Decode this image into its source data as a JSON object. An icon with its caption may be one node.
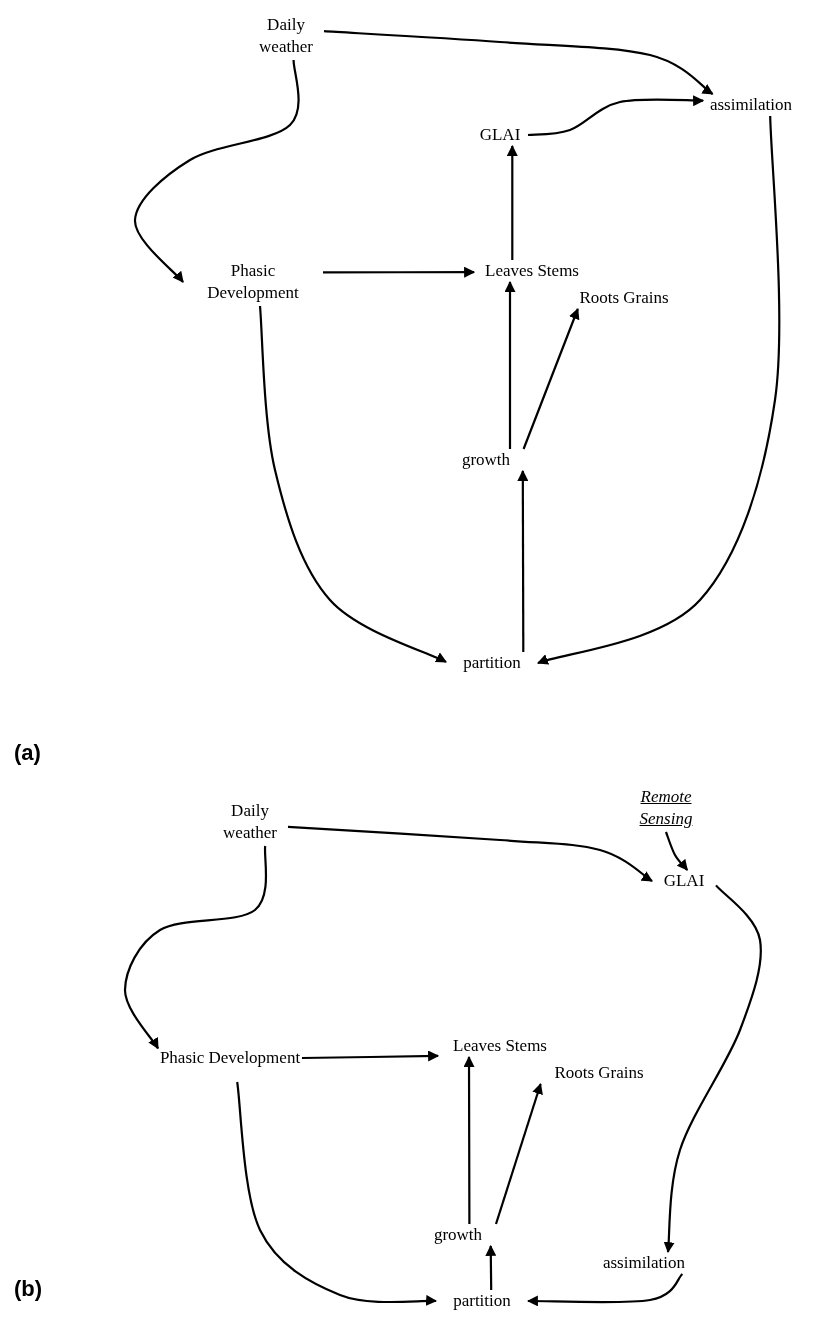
{
  "diagram": {
    "nodes": [
      {
        "text": [
          "Daily weather"
        ]
      },
      {
        "text": [
          "assimilation"
        ]
      },
      {
        "text": [
          "GLAI"
        ]
      },
      {
        "text": [
          "Phasic Development"
        ]
      },
      {
        "text": [
          "Leaves Stems"
        ]
      },
      {
        "text": [
          "Roots Grains"
        ]
      },
      {
        "text": [
          "growth"
        ]
      },
      {
        "text": [
          "partition"
        ]
      },
      {
        "text": [
          "Remote Sensing"
        ]
      },
      {
        "text": [
          "Daily weather"
        ]
      },
      {
        "text": [
          "GLAI"
        ]
      },
      {
        "text": [
          "Phasic Development"
        ]
      },
      {
        "text": [
          "Leaves Stems"
        ]
      },
      {
        "text": [
          "Roots Grains"
        ]
      },
      {
        "text": [
          "growth"
        ]
      },
      {
        "text": [
          "assimilation"
        ]
      },
      {
        "text": [
          "partition"
        ]
      }
    ],
    "edges": [
      {
        "from": 0,
        "to": 1,
        "arrow": "to"
      },
      {
        "from": 0,
        "to": 3,
        "arrow": "to"
      },
      {
        "from": 2,
        "to": 1,
        "arrow": "to"
      },
      {
        "from": 4,
        "to": 2,
        "arrow": "to"
      },
      {
        "from": 3,
        "to": 4,
        "arrow": "to"
      },
      {
        "from": 6,
        "to": 4,
        "arrow": "to"
      },
      {
        "from": 6,
        "to": 5,
        "arrow": "to"
      },
      {
        "from": 3,
        "to": 7,
        "arrow": "to"
      },
      {
        "from": 1,
        "to": 7,
        "arrow": "to"
      },
      {
        "from": 7,
        "to": 6,
        "arrow": "to"
      },
      {
        "from": 8,
        "to": 10,
        "arrow": "to"
      },
      {
        "from": 9,
        "to": 10,
        "arrow": "to"
      },
      {
        "from": 9,
        "to": 11,
        "arrow": "to"
      },
      {
        "from": 11,
        "to": 12,
        "arrow": "to"
      },
      {
        "from": 10,
        "to": 15,
        "arrow": "to"
      },
      {
        "from": 14,
        "to": 12,
        "arrow": "to"
      },
      {
        "from": 14,
        "to": 13,
        "arrow": "to"
      },
      {
        "from": 11,
        "to": 16,
        "arrow": "to"
      },
      {
        "from": 15,
        "to": 16,
        "arrow": "to"
      },
      {
        "from": 16,
        "to": 14,
        "arrow": "to"
      }
    ],
    "labels": [
      "(a)",
      "(b)"
    ]
  }
}
